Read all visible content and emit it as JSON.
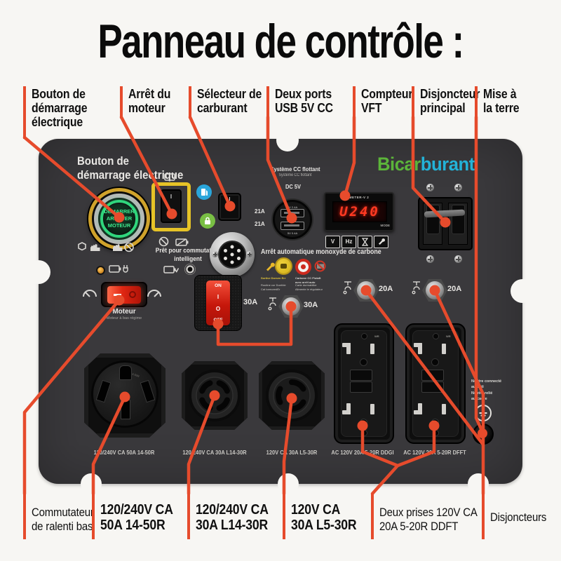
{
  "title": "Panneau de contrôle :",
  "colors": {
    "accent": "#e64b2c",
    "panel": "#3a393c",
    "brand_green": "#5cb53a",
    "brand_blue": "#23b3d8",
    "meter_red": "#ff3a22",
    "switch_yellow": "#e6c327",
    "start_green": "#39d47e"
  },
  "top_labels": [
    {
      "text": "Bouton de\ndémarrage\nélectrique"
    },
    {
      "text": "Arrêt du\nmoteur"
    },
    {
      "text": "Sélecteur de\ncarburant"
    },
    {
      "text": "Deux ports\nUSB 5V CC"
    },
    {
      "text": "Compteur\nVFT"
    },
    {
      "text": "Disjoncteur\nprincipal"
    },
    {
      "text": "Mise à\nla terre"
    }
  ],
  "bottom_labels": [
    {
      "text": "Commutateur\nde ralenti bas"
    },
    {
      "text": "120/240V CA\n50A 14-50R"
    },
    {
      "text": "120/240V CA\n30A L14-30R"
    },
    {
      "text": "120V CA\n30A L5-30R"
    },
    {
      "text": "Deux prises 120V CA\n20A 5-20R DDFT"
    },
    {
      "text": "Disjoncteurs"
    }
  ],
  "panel": {
    "brand_part1": "Bicar",
    "brand_part2": "burant",
    "start_heading": "Bouton de\ndémarrage électrique",
    "start_button_text": "DÉMARRER\nARRÊTER\nMOTEUR",
    "engine_switch": {
      "on_mark": "I",
      "off_mark": "O"
    },
    "smart_ready": "Prêt pour commutateur\nintelligent",
    "fuel_mark": "I",
    "dc": {
      "heading": "Système CC flottant",
      "subheading": "Système CC flottant",
      "voltage": "DC 5V",
      "amps": [
        "21A",
        "21A"
      ],
      "usb_top": "5V 2.4A",
      "usb_bottom": "5V 0.4A"
    },
    "meter": {
      "model": "METER-V 2",
      "display": "U240",
      "mode_label": "MODE",
      "btn_v": "V",
      "btn_hz": "Hz"
    },
    "co": {
      "heading": "Arrêt automatique monoxyde de carbone",
      "fp1a": "Sortive Dorsen Err",
      "fp1b": "Routine cor Durrible\nCat tormoredEr",
      "fp2a": "Carbone CC Flotaft\navec arrêt auto",
      "fp2b": "Carte durmablike\nAlimente le régulateur"
    },
    "idle": {
      "label": "Moteur",
      "sublabel": "Moteur à bas régime"
    },
    "main_switch": {
      "on": "ON",
      "on_mark": "I",
      "off_mark": "O",
      "off": "OFF",
      "rating": "30A"
    },
    "breakers": {
      "b30": "30A",
      "b20a": "20A",
      "b20b": "20A"
    },
    "outlets": {
      "o1": "120/240V CA 50A 14-50R",
      "o2": "120/240V CA 30A L14-30R",
      "o3": "120V CA 30A L5-30R",
      "o4": "AC 120V 20A 5-20R DDGI",
      "o5": "AC 120V 20A 5-20R DFFT",
      "face_marking": "14-50R"
    },
    "gfci_marking": "WR",
    "grounding_note": "Neutre connecté\nau bâti\nNeutre relié\nau cadre"
  }
}
